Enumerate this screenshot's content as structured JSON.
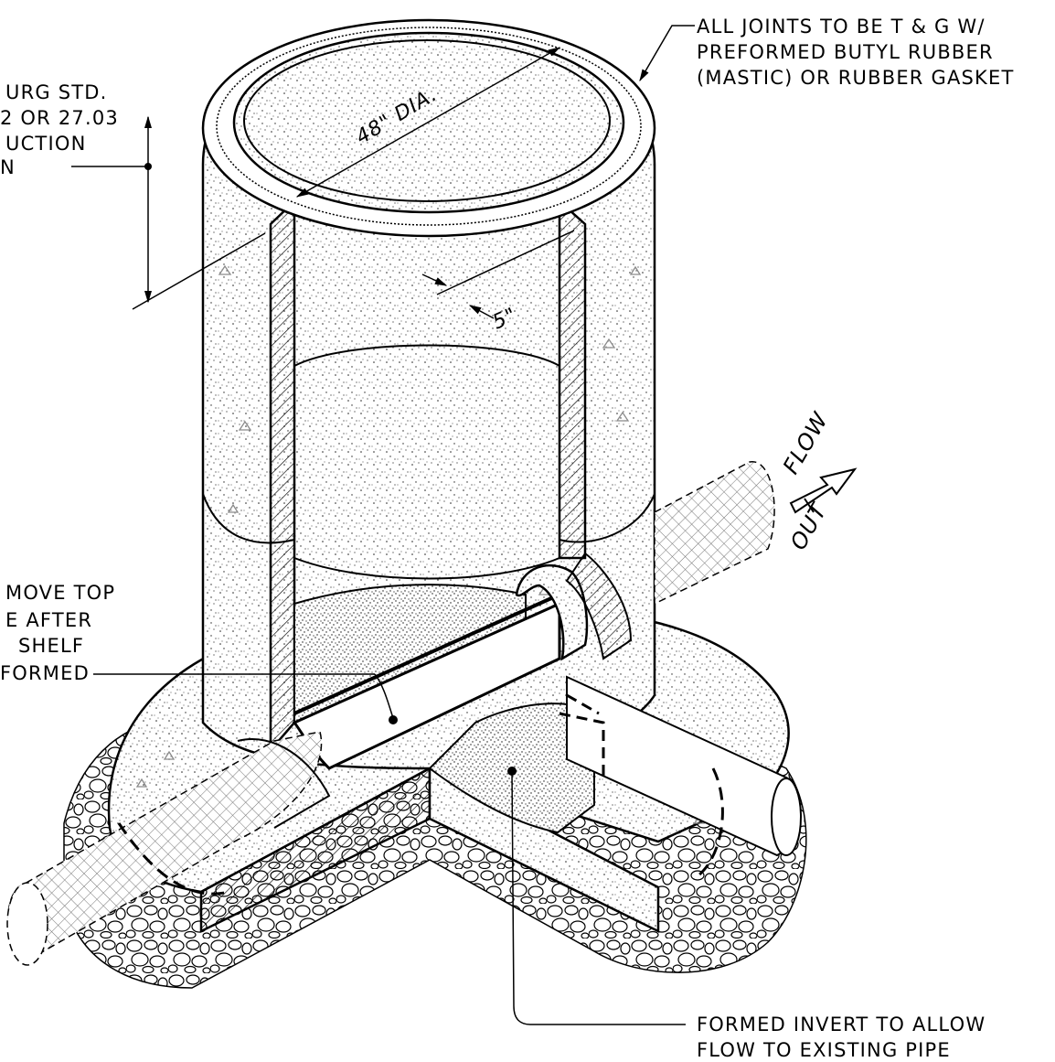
{
  "labels": {
    "joints": [
      "ALL JOINTS TO BE T & G W/",
      "PREFORMED BUTYL RUBBER",
      "(MASTIC) OR RUBBER GASKET"
    ],
    "standard": [
      "URG STD.",
      "2 OR 27.03",
      "UCTION",
      "N"
    ],
    "remove": [
      "MOVE TOP",
      "E AFTER",
      "SHELF",
      "FORMED"
    ],
    "invert": [
      "FORMED INVERT TO ALLOW",
      "FLOW TO EXISTING PIPE"
    ],
    "diameter": "48\" DIA.",
    "wall": "5\"",
    "flow_top": "FLOW",
    "flow_bottom": "OUT"
  },
  "colors": {
    "line": "#000000",
    "concrete_fill": "#ffffff",
    "aggregate_mark": "#8a8a8a",
    "pipe_hatch": "#707070"
  }
}
